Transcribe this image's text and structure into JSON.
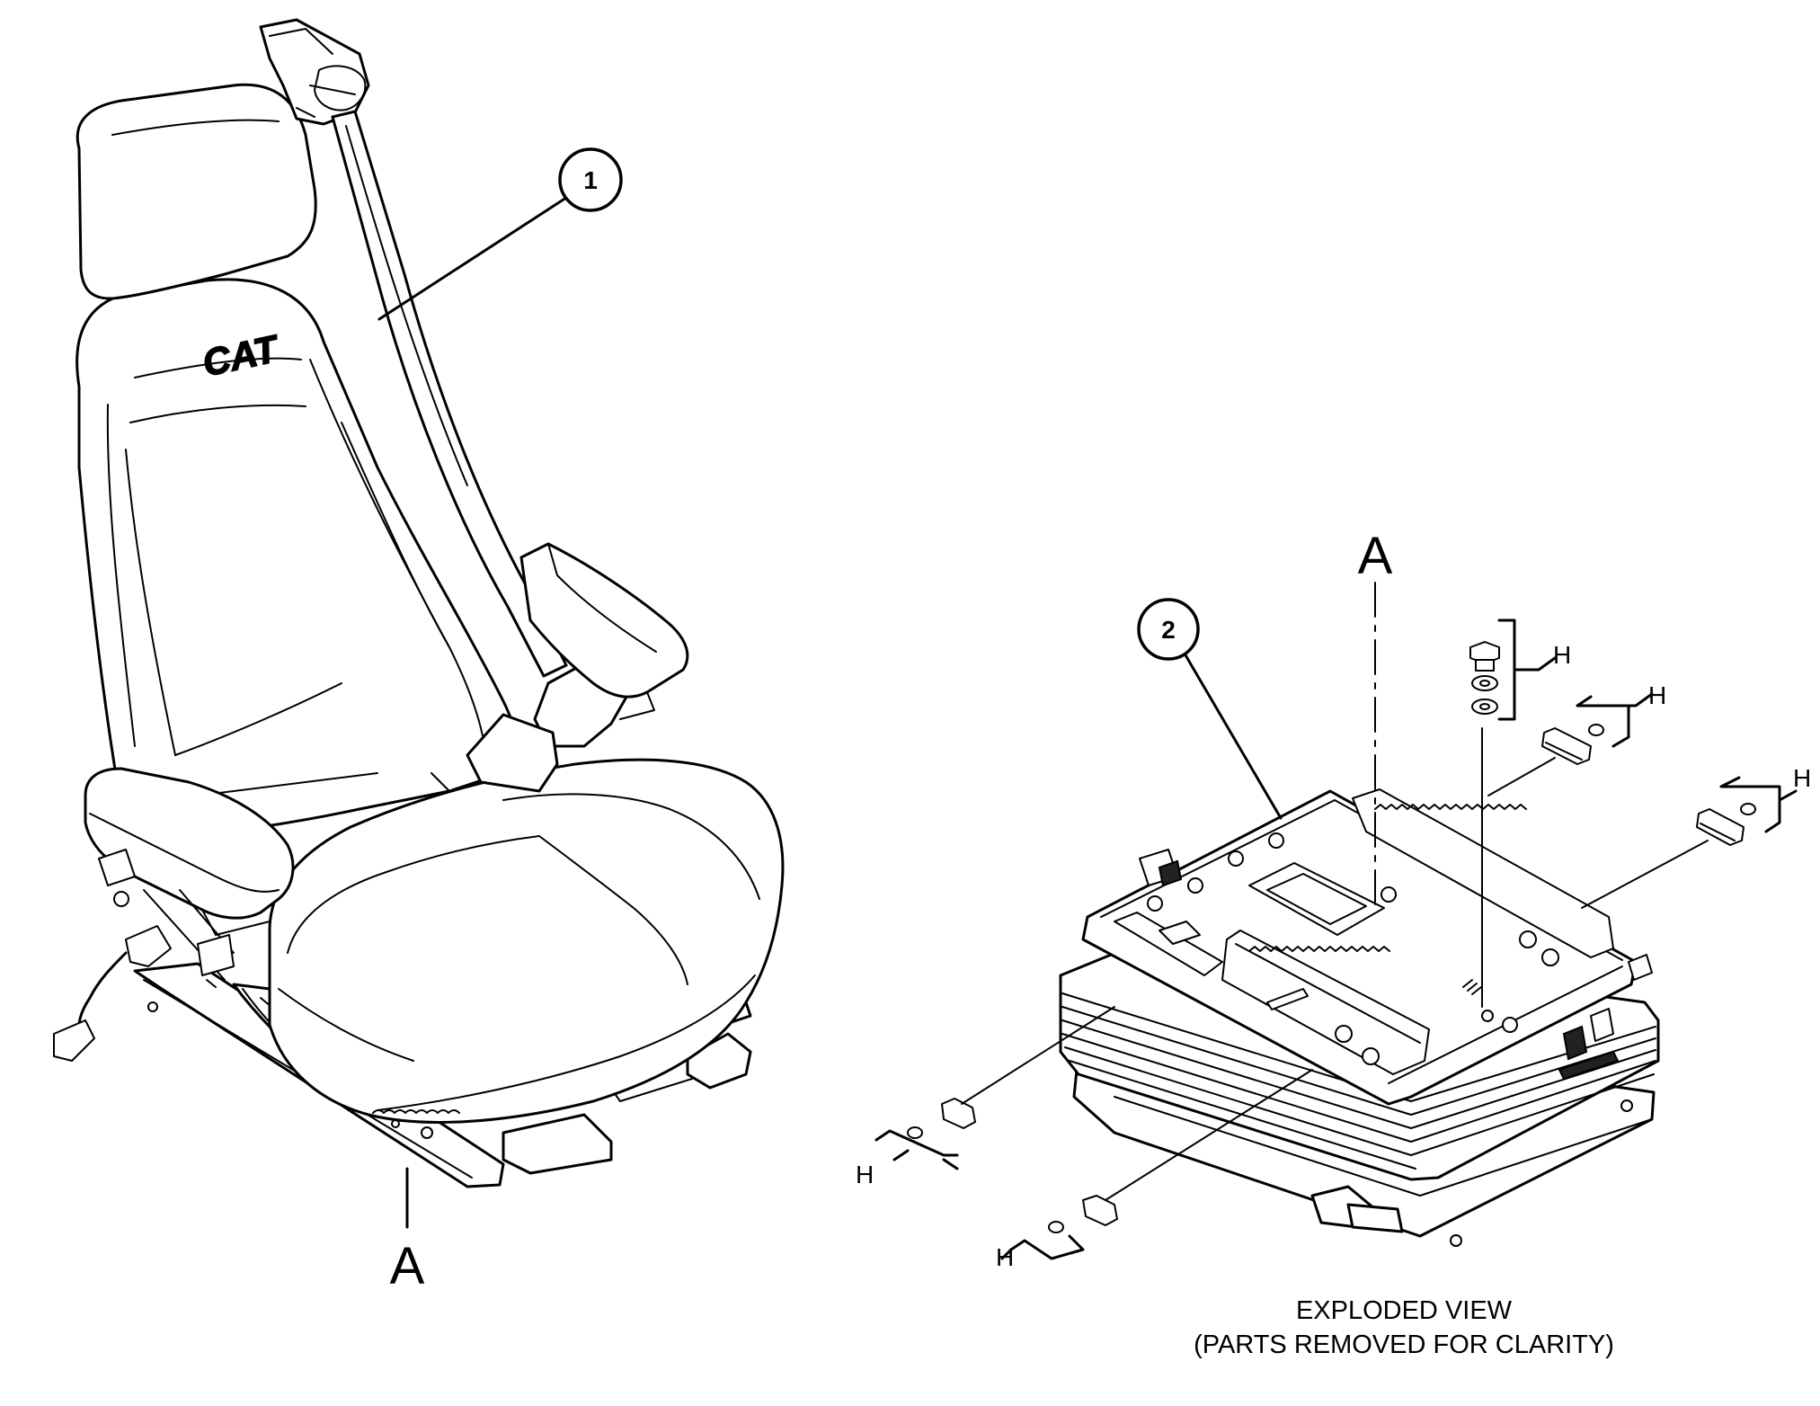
{
  "callouts": {
    "one": "1",
    "two": "2"
  },
  "view_letters": {
    "seat_a": "A",
    "base_a": "A"
  },
  "hardware_letters": [
    "H",
    "H",
    "H",
    "H",
    "H"
  ],
  "seat_logo": "CAT",
  "caption": {
    "line1": "EXPLODED VIEW",
    "line2": "(PARTS REMOVED FOR CLARITY)"
  }
}
